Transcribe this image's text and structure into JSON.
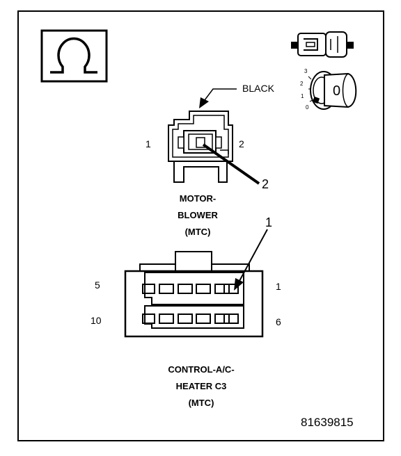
{
  "callout_black": "BLACK",
  "blower_connector": {
    "pin_left": "1",
    "pin_right": "2",
    "callout": "2",
    "caption_lines": [
      "MOTOR-",
      "BLOWER",
      "(MTC)"
    ]
  },
  "control_connector": {
    "pin_top_left": "5",
    "pin_top_right": "1",
    "pin_bottom_left": "10",
    "pin_bottom_right": "6",
    "callout": "1",
    "caption_lines": [
      "CONTROL-A/C-",
      "HEATER C3",
      "(MTC)"
    ]
  },
  "ignition_positions": [
    "3",
    "2",
    "1",
    "0"
  ],
  "ignition_key_mark": "0",
  "figure_number": "81639815",
  "icons": {
    "ohmmeter": "omega-symbol-icon",
    "connector_test": "connector-plug-icon",
    "ignition": "ignition-key-icon"
  }
}
